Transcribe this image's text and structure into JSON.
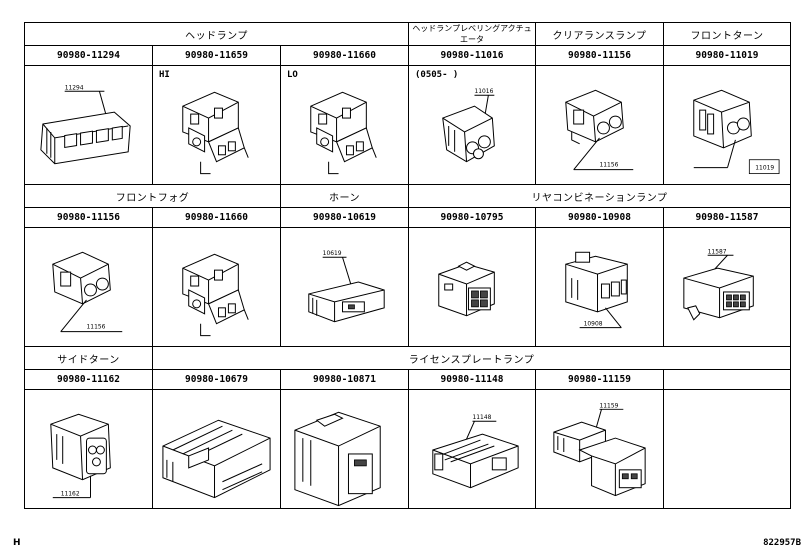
{
  "row1": {
    "headers": [
      "ヘッドランプ",
      "ヘッドランプレベリングアクチュエータ",
      "クリアランスランプ",
      "フロントターン"
    ],
    "parts": [
      "90980-11294",
      "90980-11659",
      "90980-11660",
      "90980-11016",
      "90980-11156",
      "90980-11019"
    ],
    "notes": [
      "HI",
      "LO",
      "(0505-      )"
    ],
    "callouts": [
      "11294",
      "11016",
      "11156",
      "11019"
    ]
  },
  "row2": {
    "headers": [
      "フロントフォグ",
      "ホーン",
      "リヤコンビネーションランプ"
    ],
    "parts": [
      "90980-11156",
      "90980-11660",
      "90980-10619",
      "90980-10795",
      "90980-10908",
      "90980-11587"
    ],
    "callouts": [
      "11156",
      "10619",
      "10908",
      "11587"
    ]
  },
  "row3": {
    "headers": [
      "サイドターン",
      "ライセンスプレートランプ"
    ],
    "parts": [
      "90980-11162",
      "90980-10679",
      "90980-10871",
      "90980-11148",
      "90980-11159"
    ],
    "callouts": [
      "11162",
      "11148",
      "11159"
    ]
  },
  "footer": {
    "left": "H",
    "right": "822957B"
  }
}
